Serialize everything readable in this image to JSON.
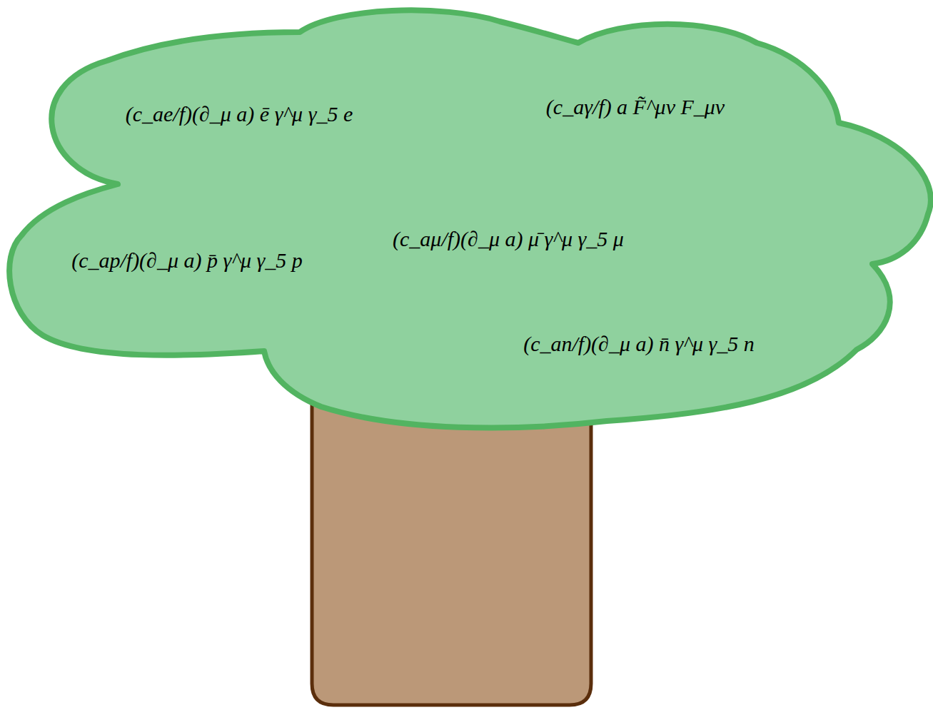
{
  "diagram": {
    "nodes": [
      {
        "text": [
          "(c_ae/f)(∂_μ a) ē γ^μ γ_5 e",
          "(c_aγ/f) a F̃^μν F_μν",
          "(c_ap/f)(∂_μ a) p̄ γ^μ γ_5 p",
          "(c_aμ/f)(∂_μ a) μ̄ γ^μ γ_5 μ",
          "(c_an/f)(∂_μ a) n̄ γ^μ γ_5 n"
        ]
      }
    ]
  }
}
